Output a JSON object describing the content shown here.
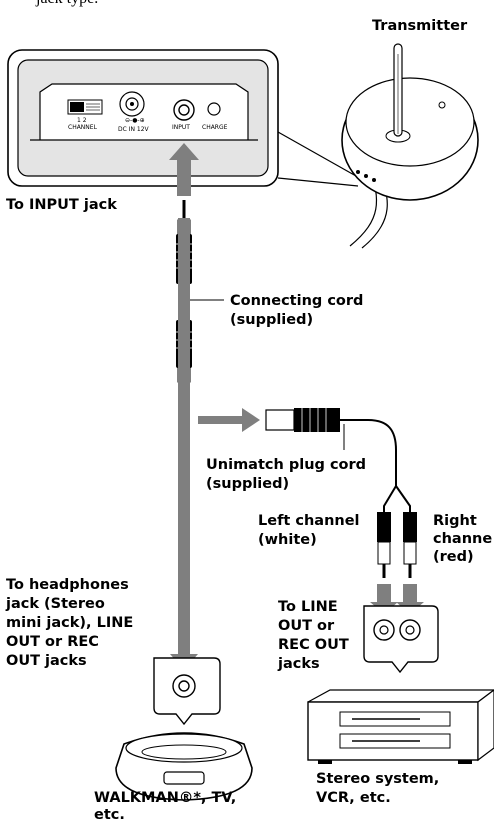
{
  "intro_fragment": "jack type.",
  "labels": {
    "transmitter": "Transmitter",
    "to_input_jack": "To INPUT jack",
    "connecting_cord": [
      "Connecting cord",
      "(supplied)"
    ],
    "unimatch": [
      "Unimatch plug cord",
      "(supplied)"
    ],
    "left_channel": [
      "Left channel",
      "(white)"
    ],
    "right_channel": [
      "Right",
      "channe",
      "(red)"
    ],
    "headphones": [
      "To headphones",
      "jack (Stereo",
      "mini jack), LINE",
      "OUT or REC",
      "OUT jacks"
    ],
    "line_out": [
      "To LINE",
      "OUT or",
      "REC OUT",
      "jacks"
    ],
    "walkman": [
      "WALKMAN®*, TV,",
      "etc."
    ],
    "stereo": [
      "Stereo system,",
      "VCR, etc."
    ]
  },
  "panel": {
    "channel_nums": "1  2",
    "channel": "CHANNEL",
    "dc_in": "DC IN  12V",
    "input": "INPUT",
    "charge": "CHARGE"
  }
}
